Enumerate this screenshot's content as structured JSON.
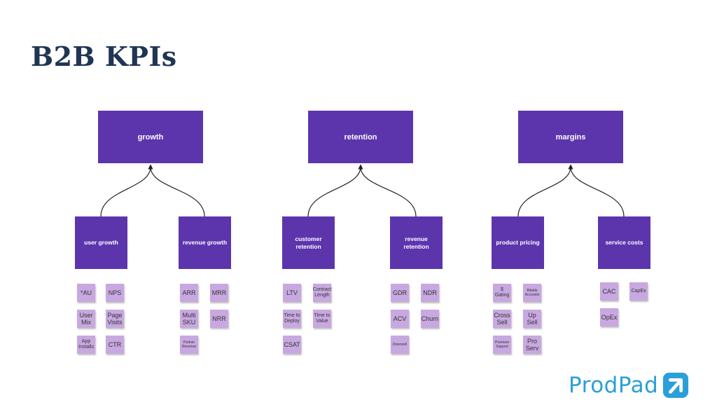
{
  "title": "B2B KPIs",
  "colors": {
    "box": "#5c35ad",
    "sticky": "#c8a8e0",
    "title": "#1f3553",
    "logo": "#2b9fd8"
  },
  "groups": [
    {
      "label": "growth",
      "subs": [
        {
          "label": "user growth",
          "stickies": [
            "*AU",
            "NPS",
            "User Mix",
            "Page Visits",
            "App Installs",
            "CTR"
          ]
        },
        {
          "label": "revenue growth",
          "stickies": [
            "ARR",
            "MRR",
            "Multi SKU",
            "NRR",
            "Partner Revenue"
          ]
        }
      ]
    },
    {
      "label": "retention",
      "subs": [
        {
          "label": "customer retention",
          "stickies": [
            "LTV",
            "Contract Length",
            "Time to Deploy",
            "Time to Value",
            "CSAT"
          ]
        },
        {
          "label": "revenue retention",
          "stickies": [
            "GDR",
            "NDR",
            "ACV",
            "Churn",
            "Downsell"
          ]
        }
      ]
    },
    {
      "label": "margins",
      "subs": [
        {
          "label": "product pricing",
          "stickies": [
            "$ Gating",
            "Bilable Accounts",
            "Cross Sell",
            "Up Sell",
            "Premium Support",
            "Pro Serv"
          ]
        },
        {
          "label": "service costs",
          "stickies": [
            "CAC",
            "CapEx",
            "OpEx"
          ]
        }
      ]
    }
  ],
  "logo": {
    "text": "ProdPad",
    "icon": "prodpad-arrow-icon"
  }
}
